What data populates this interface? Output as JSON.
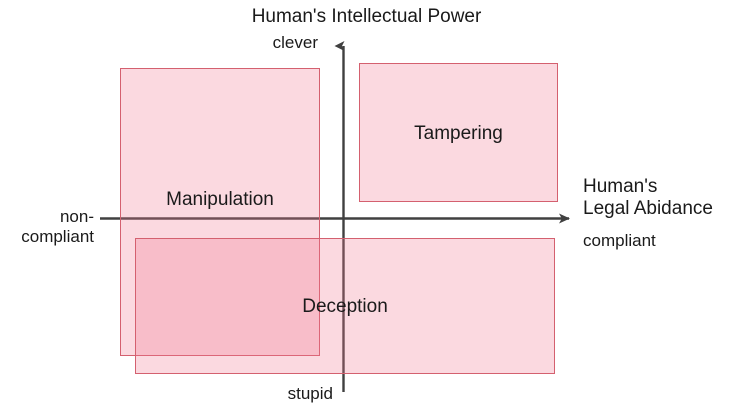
{
  "diagram": {
    "type": "2x2-quadrant-matrix",
    "y_axis": {
      "title": "Human's Intellectual Power",
      "high_label": "clever",
      "low_label": "stupid"
    },
    "x_axis": {
      "title_line1": "Human's",
      "title_line2": "Legal Abidance",
      "high_label": "compliant",
      "low_label_line1": "non-",
      "low_label_line2": "compliant"
    },
    "boxes": [
      {
        "id": "tampering",
        "label": "Tampering",
        "quadrant": "clever / compliant"
      },
      {
        "id": "manipulation",
        "label": "Manipulation",
        "quadrant": "clever-to-stupid / non-compliant"
      },
      {
        "id": "deception",
        "label": "Deception",
        "quadrant": "stupid / non-compliant-to-compliant"
      }
    ],
    "colors": {
      "box_fill": "#fadbe2",
      "box_overlap_fill": "#f7c3cf",
      "box_border": "#d4606f",
      "axis": "#404040",
      "text": "#1a1a1a",
      "background": "#ffffff"
    }
  }
}
